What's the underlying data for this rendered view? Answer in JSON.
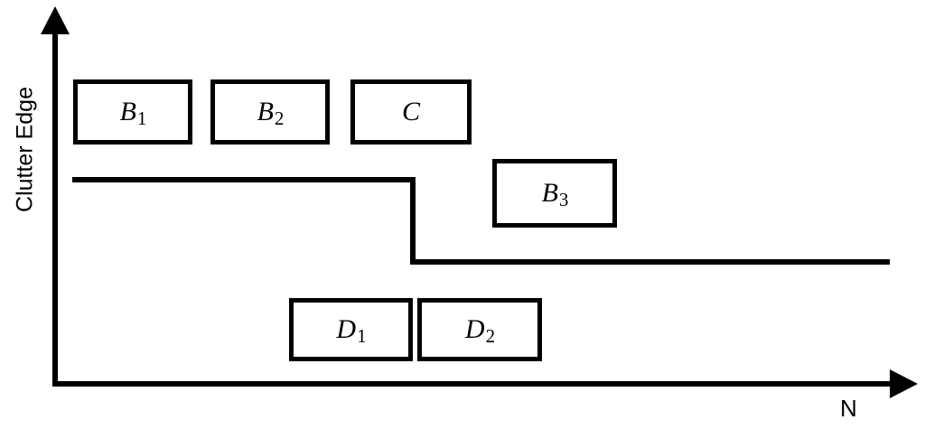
{
  "diagram": {
    "type": "step-plot-with-blocks",
    "background_color": "#ffffff",
    "stroke_color": "#000000",
    "axes": {
      "y_label": "Clutter Edge",
      "x_label": "N",
      "y_arrow_icon": "arrow-up-icon",
      "x_arrow_icon": "arrow-right-icon"
    },
    "blocks": [
      {
        "id": "b1",
        "base": "B",
        "subscript": "1"
      },
      {
        "id": "b2",
        "base": "B",
        "subscript": "2"
      },
      {
        "id": "c",
        "base": "C",
        "subscript": ""
      },
      {
        "id": "b3",
        "base": "B",
        "subscript": "3"
      },
      {
        "id": "d1",
        "base": "D",
        "subscript": "1"
      },
      {
        "id": "d2",
        "base": "D",
        "subscript": "2"
      }
    ]
  },
  "chart_data": {
    "type": "line",
    "title": "",
    "xlabel": "N",
    "ylabel": "Clutter Edge",
    "grid": false,
    "legend": null,
    "series": [
      {
        "name": "Clutter Edge",
        "style": "step",
        "points": [
          {
            "x": 80,
            "y": 199
          },
          {
            "x": 457,
            "y": 199
          },
          {
            "x": 457,
            "y": 290
          },
          {
            "x": 985,
            "y": 290
          }
        ]
      }
    ],
    "annotations": [
      {
        "label": "B1",
        "x_range": [
          81,
          213
        ],
        "y_range": [
          88,
          160
        ]
      },
      {
        "label": "B2",
        "x_range": [
          233,
          365
        ],
        "y_range": [
          88,
          160
        ]
      },
      {
        "label": "C",
        "x_range": [
          388,
          522
        ],
        "y_range": [
          88,
          160
        ]
      },
      {
        "label": "B3",
        "x_range": [
          545,
          683
        ],
        "y_range": [
          176,
          252
        ]
      },
      {
        "label": "D1",
        "x_range": [
          320,
          457
        ],
        "y_range": [
          330,
          400
        ]
      },
      {
        "label": "D2",
        "x_range": [
          462,
          600
        ],
        "y_range": [
          330,
          400
        ]
      }
    ],
    "axis_origin": {
      "x": 61,
      "y": 425
    }
  }
}
